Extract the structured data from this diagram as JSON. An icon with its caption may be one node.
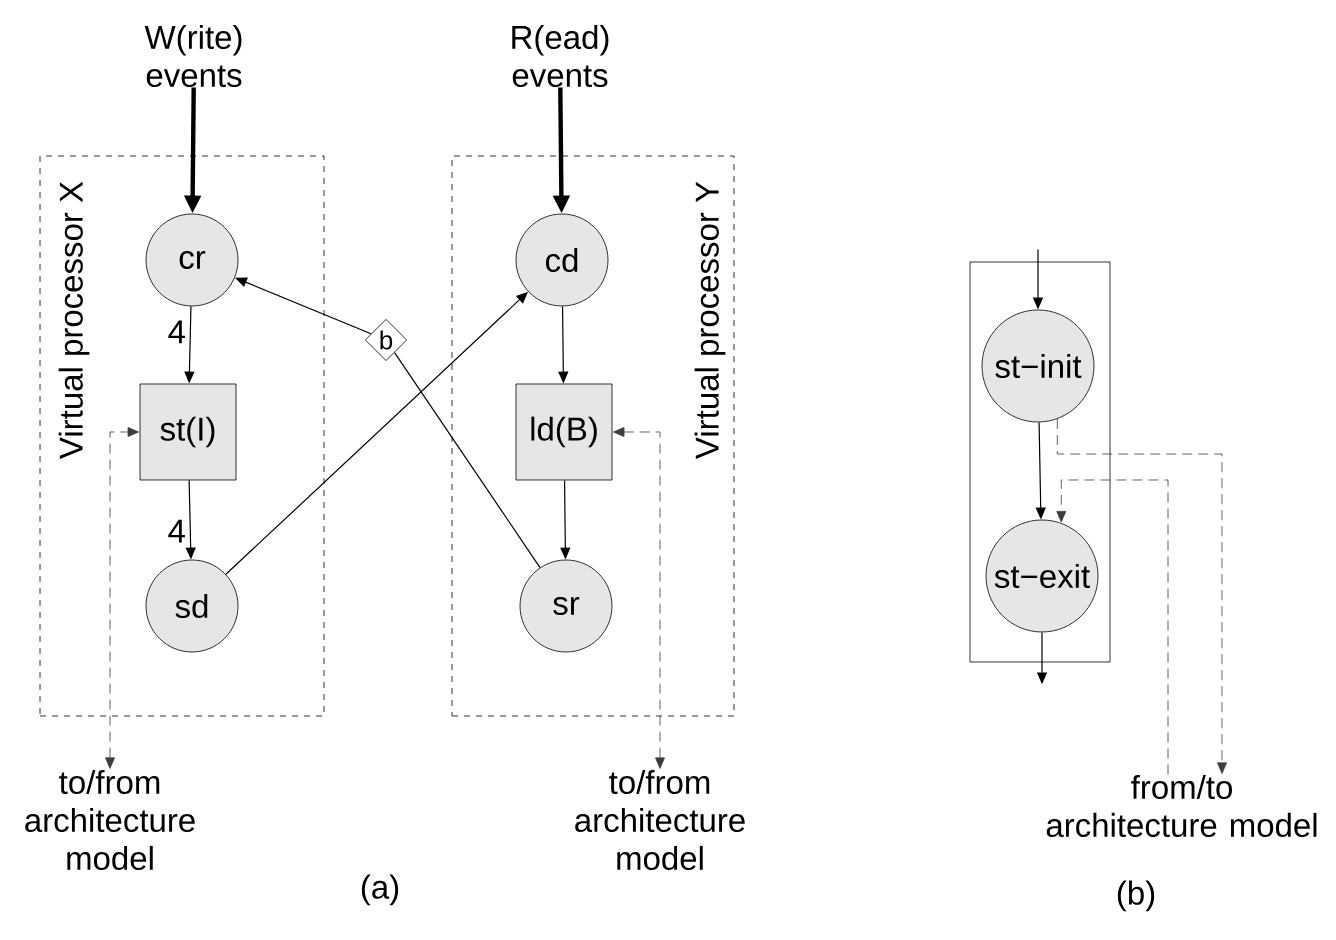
{
  "diagram": {
    "nodes": [
      {
        "text": [
          "W(rite) events"
        ]
      },
      {
        "text": [
          "R(ead) events"
        ]
      },
      {
        "text": [
          "Virtual processor X"
        ]
      },
      {
        "text": [
          "Virtual processor Y"
        ]
      },
      {
        "text": [
          "cr"
        ],
        "in": 2
      },
      {
        "text": [
          "st(I)"
        ],
        "in": 2
      },
      {
        "text": [
          "sd"
        ],
        "in": 2
      },
      {
        "text": [
          "cd"
        ],
        "in": 3
      },
      {
        "text": [
          "ld(B)"
        ],
        "in": 3
      },
      {
        "text": [
          "sr"
        ],
        "in": 3
      },
      {
        "text": [
          "b"
        ]
      },
      {
        "text": [
          "to/from architecture model"
        ]
      },
      {
        "text": [
          "to/from architecture model"
        ]
      },
      {
        "text": [],
        "shape": "box"
      },
      {
        "text": [
          "st−init"
        ],
        "in": 13
      },
      {
        "text": [
          "st−exit"
        ],
        "in": 13
      },
      {
        "text": [
          "from/to architecture model"
        ]
      }
    ],
    "edges": [
      {
        "from": 0,
        "to": 4,
        "arrow": "to",
        "style": "thick"
      },
      {
        "from": 1,
        "to": 7,
        "arrow": "to",
        "style": "thick"
      },
      {
        "from": 4,
        "to": 5,
        "arrow": "to",
        "label": "4"
      },
      {
        "from": 5,
        "to": 6,
        "arrow": "to",
        "label": "4"
      },
      {
        "from": 7,
        "to": 8,
        "arrow": "to"
      },
      {
        "from": 8,
        "to": 9,
        "arrow": "to"
      },
      {
        "from": 6,
        "to": 7,
        "arrow": "to"
      },
      {
        "from": 9,
        "to": 10,
        "arrow": "none"
      },
      {
        "from": 10,
        "to": 4,
        "arrow": "to"
      },
      {
        "from": 11,
        "to": 5,
        "arrow": "both",
        "style": "dashed"
      },
      {
        "from": 12,
        "to": 8,
        "arrow": "both",
        "style": "dashed"
      },
      {
        "from": null,
        "to": 14,
        "arrow": "to"
      },
      {
        "from": 14,
        "to": 15,
        "arrow": "to"
      },
      {
        "from": 15,
        "to": null,
        "arrow": "to"
      },
      {
        "from": 14,
        "to": 16,
        "arrow": "to",
        "style": "dashed"
      },
      {
        "from": 16,
        "to": 15,
        "arrow": "to",
        "style": "dashed"
      }
    ],
    "labels": [
      "(a)",
      "(b)"
    ]
  }
}
